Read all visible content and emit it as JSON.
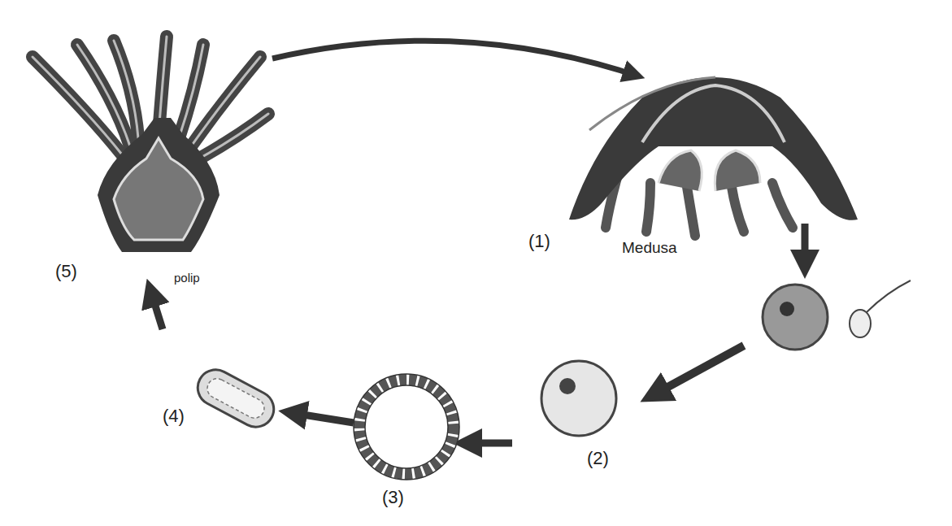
{
  "diagram": {
    "labels": [
      "(5)",
      "polip",
      "(1)",
      "Medusa",
      "(4)",
      "(3)",
      "(2)"
    ]
  }
}
